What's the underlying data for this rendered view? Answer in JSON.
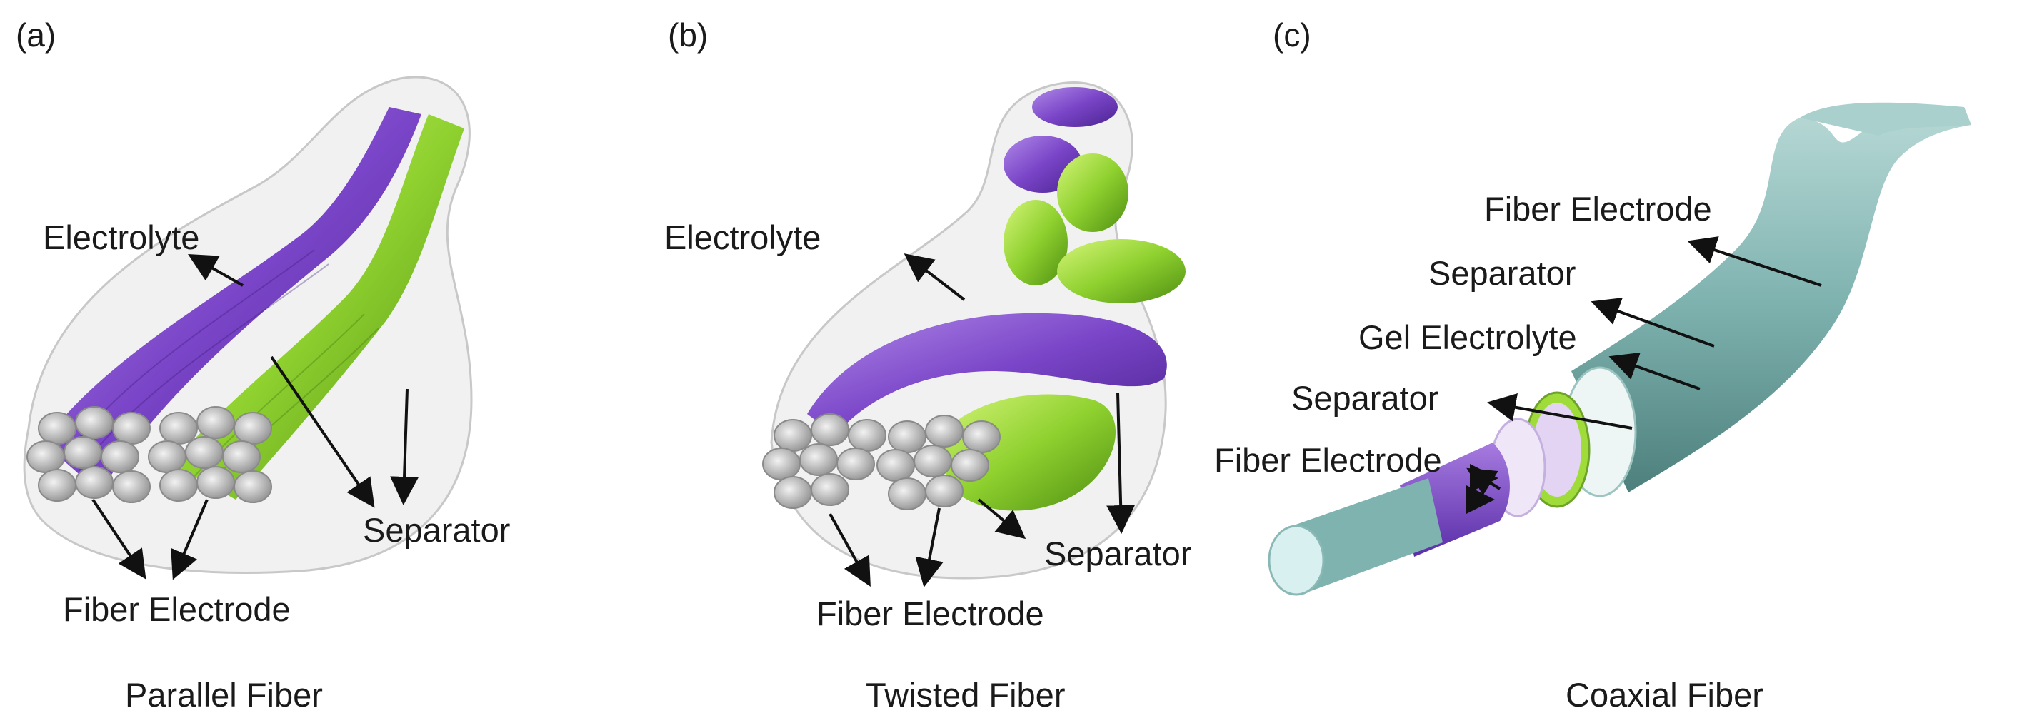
{
  "panels": [
    {
      "tag": "(a)",
      "caption": "Parallel Fiber",
      "labels": {
        "electrolyte": "Electrolyte",
        "separator": "Separator",
        "fiber_electrode": "Fiber Electrode"
      }
    },
    {
      "tag": "(b)",
      "caption": "Twisted Fiber",
      "labels": {
        "electrolyte": "Electrolyte",
        "separator": "Separator",
        "fiber_electrode": "Fiber Electrode"
      }
    },
    {
      "tag": "(c)",
      "caption": "Coaxial Fiber",
      "labels": {
        "outer_fiber_electrode": "Fiber Electrode",
        "outer_separator": "Separator",
        "gel_electrolyte": "Gel Electrolyte",
        "inner_separator": "Separator",
        "inner_fiber_electrode": "Fiber Electrode"
      }
    }
  ],
  "colors": {
    "purple_strand": "#7a45c8",
    "green_strand": "#8fd12f",
    "sheath": "#d9d9d9",
    "electrode_tip": "#c8c8c8",
    "coax_outer": "#7fb3b0",
    "coax_core": "#d8f0f0",
    "arrow": "#111111"
  }
}
